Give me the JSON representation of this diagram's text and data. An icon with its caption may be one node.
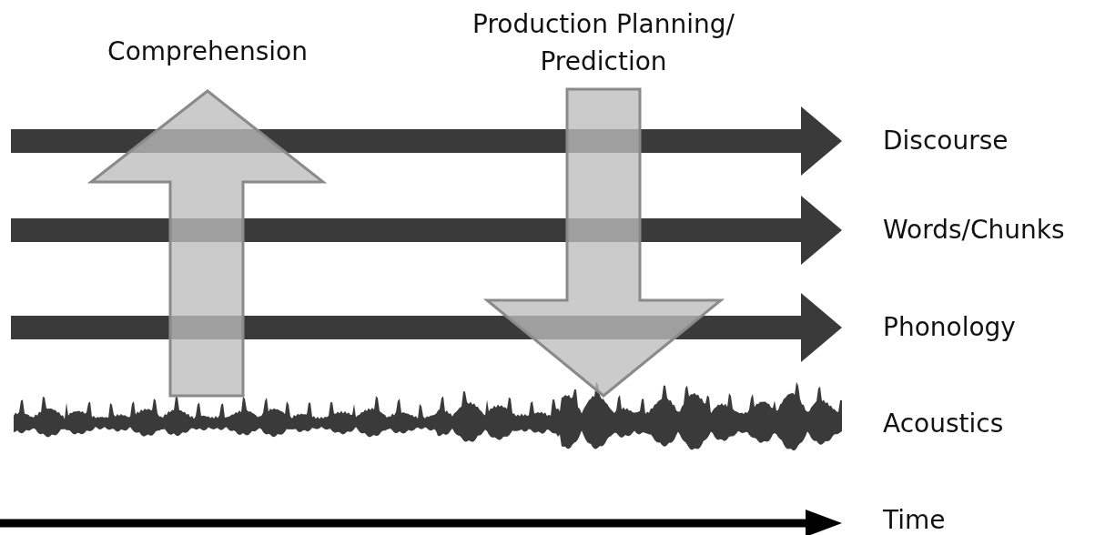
{
  "diagram": {
    "labels": [
      "Comprehension",
      "Production Planning/ Prediction",
      "Discourse",
      "Words/Chunks",
      "Phonology",
      "Acoustics",
      "Time"
    ]
  }
}
